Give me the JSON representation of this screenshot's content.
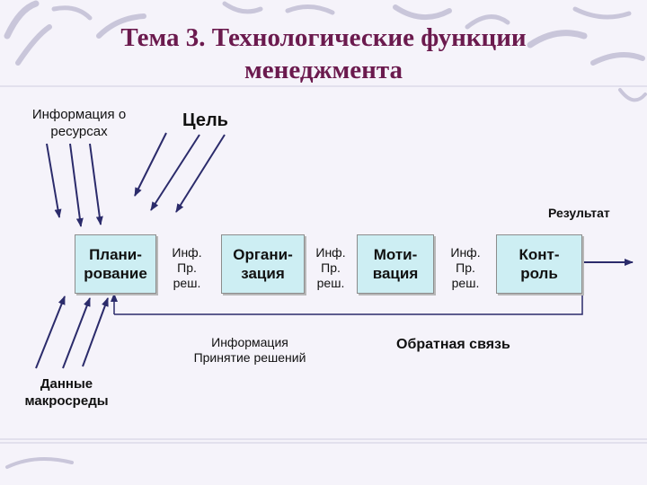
{
  "title": "Тема 3. Технологические функции менеджмента",
  "labels": {
    "resources": "Информация о\nресурсах",
    "goal": "Цель",
    "result": "Результат",
    "macro": "Данные\nмакросреды",
    "info_bottom": "Информация\nПринятие решений",
    "feedback": "Обратная связь"
  },
  "boxes": [
    {
      "label": "Плани-\nрование"
    },
    {
      "label": "Органи-\nзация"
    },
    {
      "label": "Моти-\nвация"
    },
    {
      "label": "Конт-\nроль"
    }
  ],
  "connectors": [
    {
      "label": "Инф.\nПр.\nреш."
    },
    {
      "label": "Инф.\nПр.\nреш."
    },
    {
      "label": "Инф.\nПр.\nреш."
    }
  ],
  "colors": {
    "title": "#6b1a4e",
    "box_fill": "#cdeef3",
    "background": "#f5f3fa"
  }
}
